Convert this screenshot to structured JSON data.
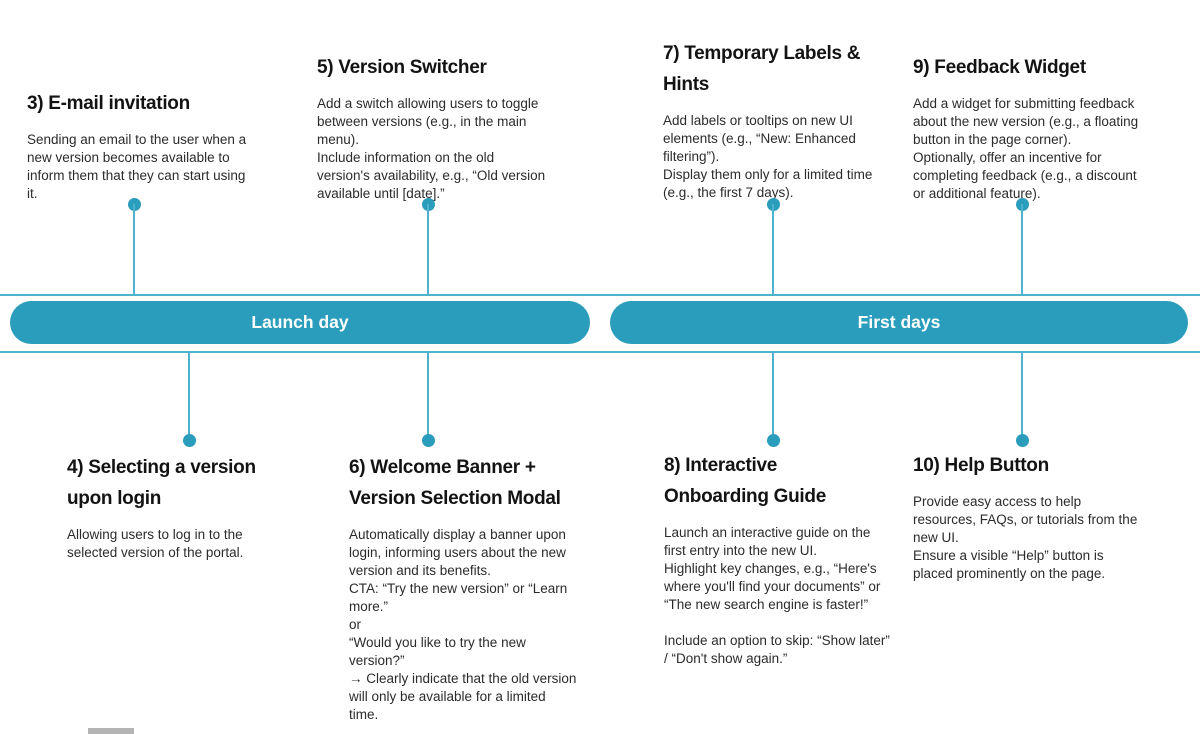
{
  "colors": {
    "accent_teal": "#2a9dbc",
    "connector_teal": "#4fb3cf",
    "heading_text": "#131313",
    "body_text": "#2b2b2b",
    "gray_bar": "#b4b4b4"
  },
  "timeline": {
    "phases": [
      {
        "label": "Launch day"
      },
      {
        "label": "First days"
      }
    ]
  },
  "top_items": [
    {
      "title": "3) E-mail invitation",
      "body": "Sending an email to the user when a\nnew version becomes available to\ninform them that they can start using\nit."
    },
    {
      "title": "5) Version Switcher",
      "body": "Add a switch allowing users to toggle\nbetween versions (e.g., in the main\nmenu).\nInclude information on the old\nversion's availability, e.g., “Old version\navailable until [date].”"
    },
    {
      "title": "7) Temporary Labels &\nHints",
      "body": "Add labels or tooltips on new UI\nelements (e.g., “New: Enhanced\nfiltering”).\nDisplay them only for a limited time\n(e.g., the first 7 days)."
    },
    {
      "title": "9) Feedback Widget",
      "body": "Add a widget for submitting feedback\nabout the new version (e.g., a floating\nbutton in the page corner).\nOptionally, offer an incentive for\ncompleting feedback (e.g., a discount\nor additional feature)."
    }
  ],
  "bottom_items": [
    {
      "title": "4) Selecting a version\nupon login",
      "body": "Allowing users to log in to the\nselected version of the portal."
    },
    {
      "title": "6) Welcome Banner +\nVersion Selection Modal",
      "body": "Automatically display a banner upon\nlogin, informing users about the new\nversion and its benefits.\nCTA: “Try the new version” or “Learn\nmore.”\nor\n“Would you like to try the new\nversion?”\n→ Clearly indicate that the old version\nwill only be available for a limited\ntime."
    },
    {
      "title": "8) Interactive\nOnboarding Guide",
      "body": "Launch an interactive guide on the\nfirst entry into the new UI.\nHighlight key changes, e.g., “Here's\nwhere you'll find your documents” or\n“The new search engine is faster!”\n\nInclude an option to skip: “Show later”\n/ “Don't show again.”"
    },
    {
      "title": "10) Help Button",
      "body": "Provide easy access to help\nresources, FAQs, or tutorials from the\nnew UI.\nEnsure a visible “Help” button is\nplaced prominently on the page."
    }
  ]
}
